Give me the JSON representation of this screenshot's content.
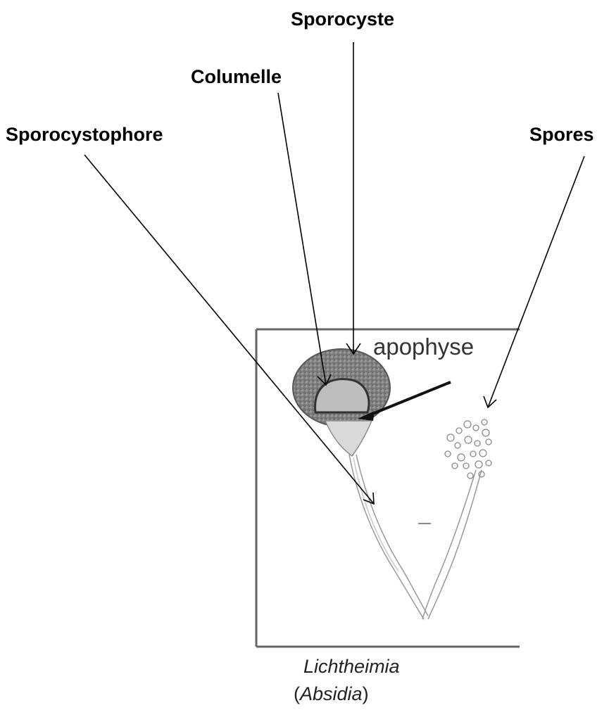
{
  "labels": {
    "sporocyste": "Sporocyste",
    "columelle": "Columelle",
    "sporocystophore": "Sporocystophore",
    "spores": "Spores"
  },
  "inset": {
    "apophyse": "apophyse",
    "caption_line1": "Lichtheimia",
    "caption_line2_open": "(",
    "caption_line2_name": "Absidia",
    "caption_line2_close": ")"
  }
}
